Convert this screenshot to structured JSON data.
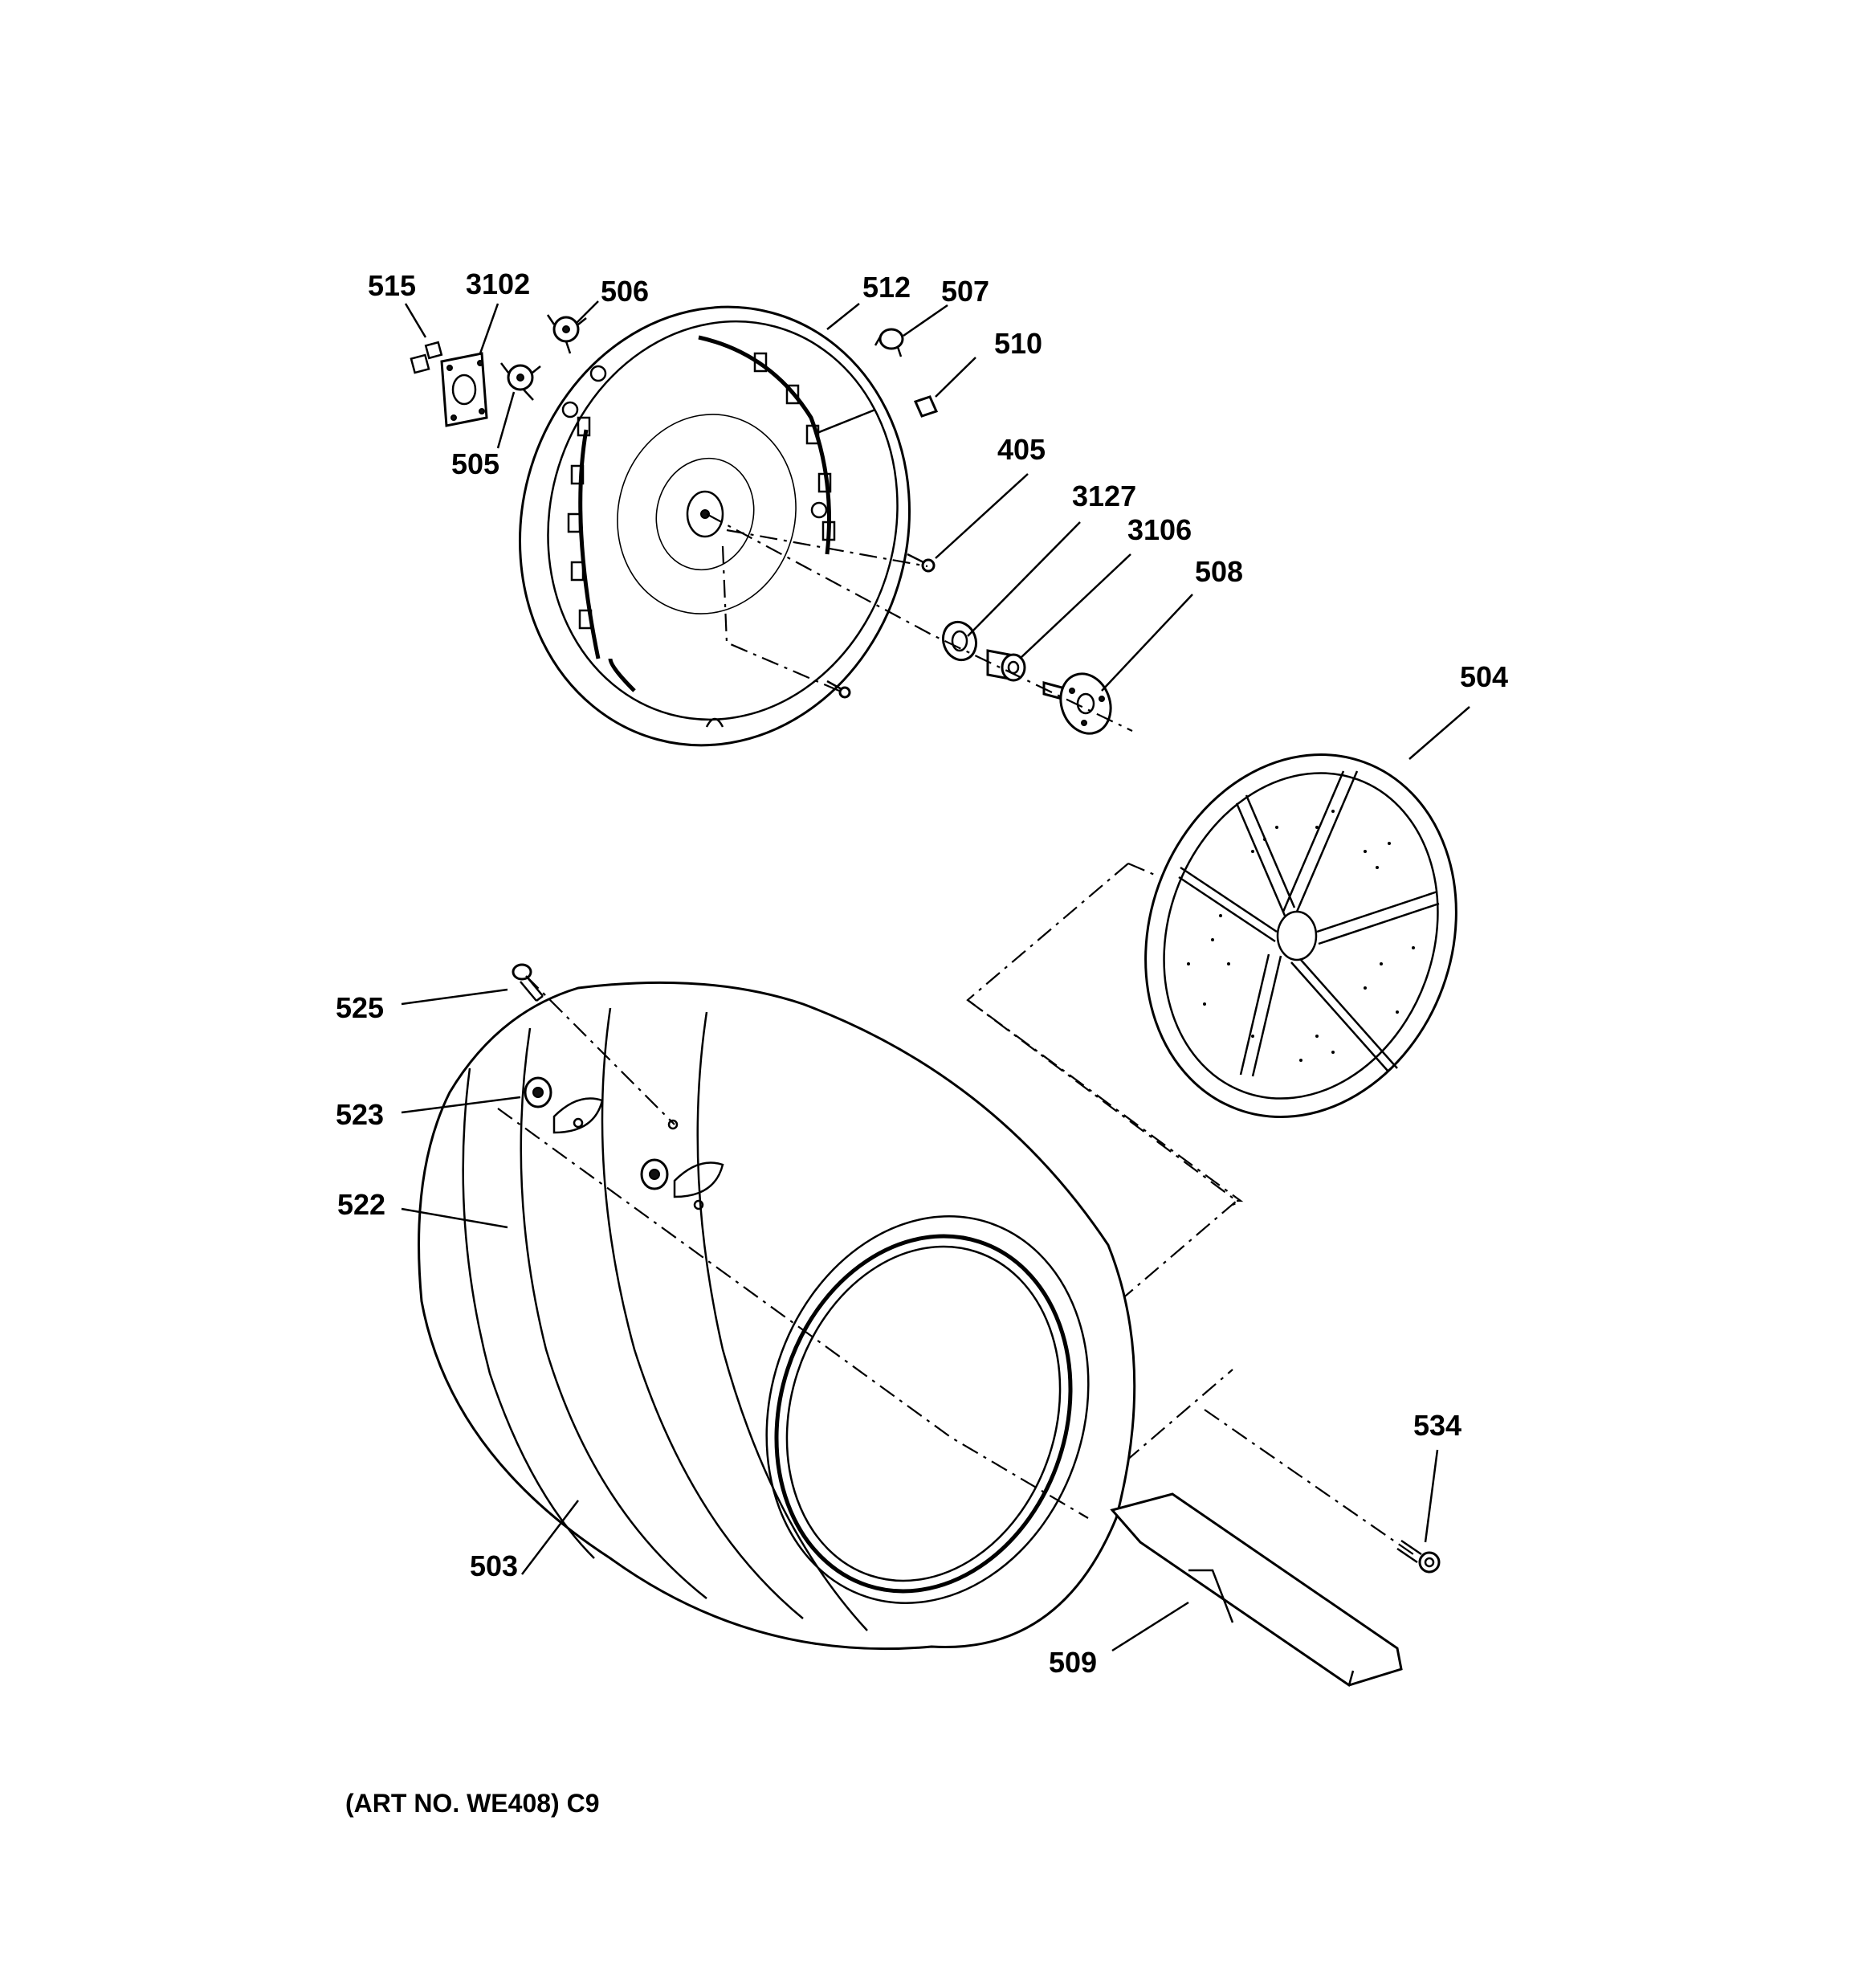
{
  "diagram": {
    "labels": {
      "p515": "515",
      "p3102": "3102",
      "p506": "506",
      "p512": "512",
      "p507": "507",
      "p510": "510",
      "p505": "505",
      "p405": "405",
      "p3127": "3127",
      "p3106": "3106",
      "p508": "508",
      "p504": "504",
      "p525": "525",
      "p523": "523",
      "p522": "522",
      "p534": "534",
      "p503": "503",
      "p509": "509"
    },
    "art_number": "(ART NO. WE408) C9"
  }
}
